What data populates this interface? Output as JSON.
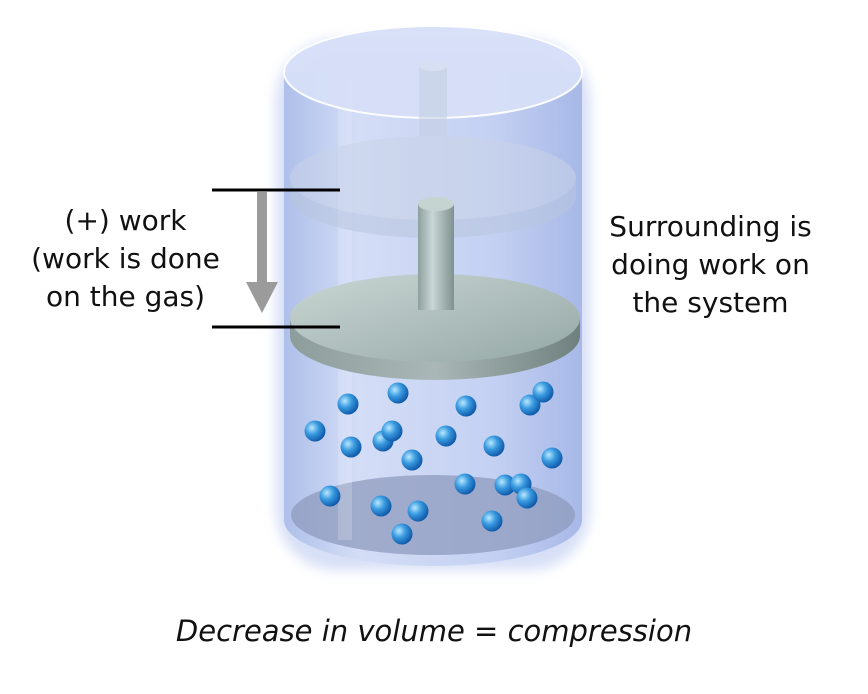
{
  "labels": {
    "left": [
      "(+) work",
      "(work is done",
      "on the gas)"
    ],
    "right": [
      "Surrounding is",
      "doing work on",
      "the system"
    ]
  },
  "caption": "Decrease in volume = compression",
  "colors": {
    "cylinder": "#b7c6ee",
    "piston": "#9fb0ae",
    "molecule": "#1a73c8",
    "arrow": "#9b9b9b"
  },
  "icons": {
    "arrow": "down-arrow-icon",
    "molecule": "gas-molecule-icon"
  }
}
